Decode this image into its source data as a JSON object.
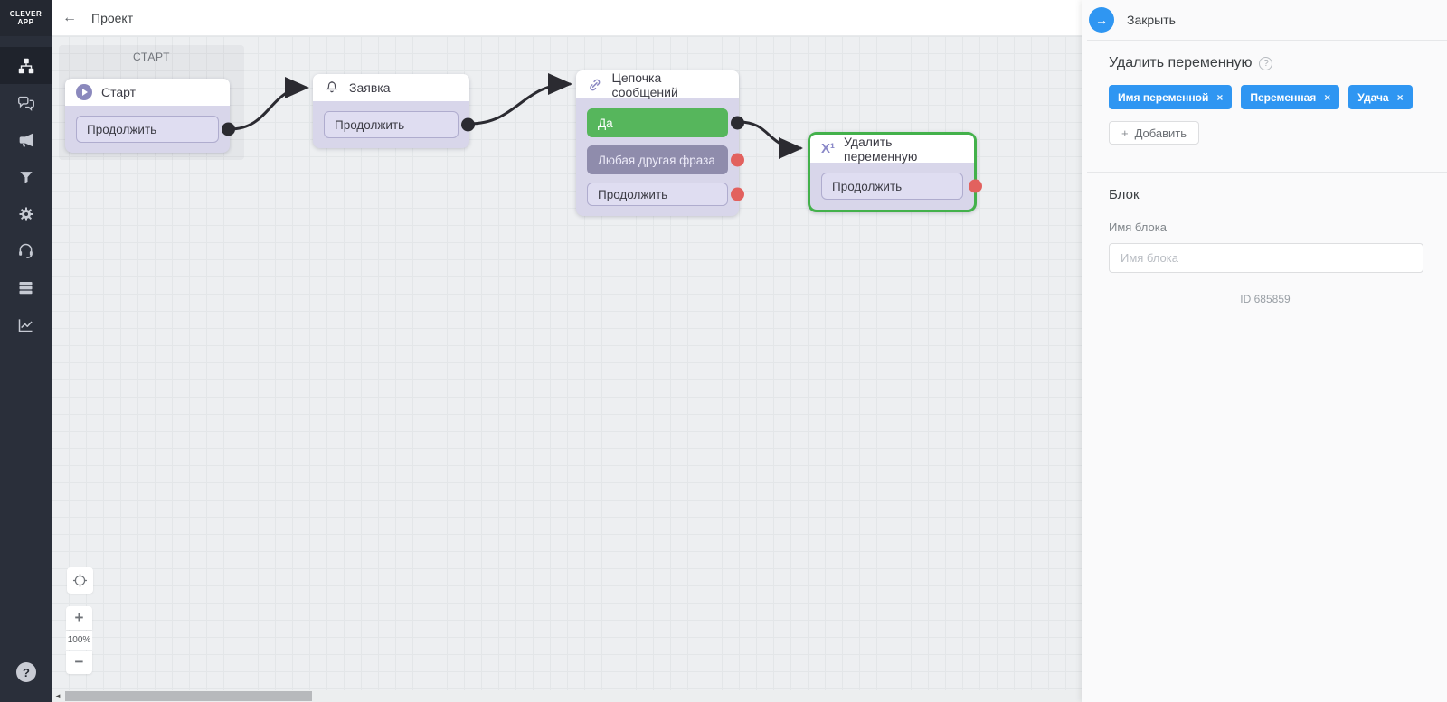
{
  "logo": {
    "line1": "CLEVER",
    "line2": "APP"
  },
  "topbar": {
    "back_icon": "←",
    "title": "Проект"
  },
  "sidebar": {
    "help_glyph": "?"
  },
  "canvas": {
    "group_label": "СТАРТ",
    "nodes": [
      {
        "title": "Старт",
        "icon": "play-icon",
        "buttons": [
          {
            "label": "Продолжить",
            "port": "connected"
          }
        ]
      },
      {
        "title": "Заявка",
        "icon": "bell-icon",
        "buttons": [
          {
            "label": "Продолжить",
            "port": "connected"
          }
        ]
      },
      {
        "title": "Цепочка сообщений",
        "icon": "link-icon",
        "buttons": [
          {
            "label": "Да",
            "style": "green",
            "port": "connected"
          },
          {
            "label": "Любая другая фраза",
            "style": "muted",
            "port": "unconnected"
          },
          {
            "label": "Продолжить",
            "style": "default",
            "port": "unconnected"
          }
        ]
      },
      {
        "title": "Удалить переменную",
        "icon_text": "X¹",
        "selected": true,
        "buttons": [
          {
            "label": "Продолжить",
            "port": "unconnected"
          }
        ]
      }
    ],
    "zoom": {
      "level": "100%",
      "plus": "+",
      "minus": "−"
    },
    "scroll_left_arrow": "◄"
  },
  "panel": {
    "close": {
      "arrow": "→",
      "label": "Закрыть"
    },
    "variable_section": {
      "title": "Удалить переменную",
      "help_glyph": "?",
      "tags": [
        "Имя переменной",
        "Переменная",
        "Удача"
      ],
      "tag_remove_glyph": "×",
      "add_plus": "+",
      "add_label": "Добавить"
    },
    "block_section": {
      "title": "Блок",
      "name_label": "Имя блока",
      "name_placeholder": "Имя блока",
      "id_text": "ID 685859"
    }
  },
  "colors": {
    "accent_blue": "#2F96F2",
    "branch_green": "#56B65C",
    "selected_border_green": "#43B14B",
    "port_red": "#E2615E",
    "port_dark": "#2B2B31",
    "node_body_lavender": "#D8D6EA",
    "sidebar_dark": "#2A2F3A"
  }
}
